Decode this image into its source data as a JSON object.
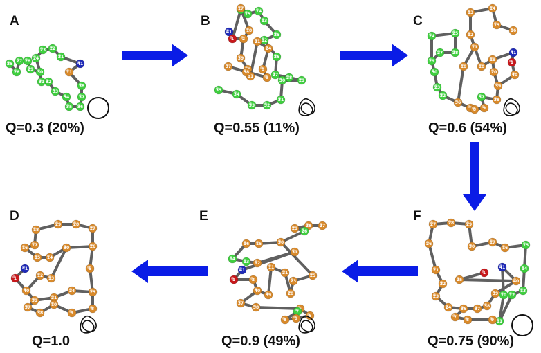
{
  "colors": {
    "arrow": "#0a1ce6",
    "bond": "#606060",
    "bead_orange": "#d98a2b",
    "bead_orange_faded": "#eec898",
    "bead_green": "#3fcf3f",
    "bead_green_faded": "#bde8b4",
    "bead_red": "#c8181b",
    "bead_blue": "#1f2ab8",
    "text": "#111111"
  },
  "panels": [
    {
      "id": "A",
      "letter": "A",
      "q_label": "Q=0.3 (20%)",
      "knot_symbol": "unknot-circle",
      "beads": [
        [
          "41",
          "blue"
        ],
        [
          "11",
          "orange"
        ],
        [
          "38",
          "green"
        ],
        [
          "37",
          "green"
        ],
        [
          "36",
          "green"
        ],
        [
          "35",
          "green"
        ],
        [
          "34",
          "green"
        ],
        [
          "33",
          "green"
        ],
        [
          "32",
          "green"
        ],
        [
          "31",
          "green"
        ],
        [
          "30",
          "green"
        ],
        [
          "29",
          "green"
        ],
        [
          "28",
          "green"
        ],
        [
          "27",
          "green"
        ],
        [
          "26",
          "green"
        ],
        [
          "25",
          "green"
        ],
        [
          "24",
          "green"
        ],
        [
          "23",
          "green"
        ],
        [
          "22",
          "green"
        ],
        [
          "21",
          "green"
        ]
      ]
    },
    {
      "id": "B",
      "letter": "B",
      "q_label": "Q=0.55 (11%)",
      "knot_symbol": "trefoil-knot",
      "beads": [
        [
          "41",
          "blue"
        ],
        [
          "1",
          "red"
        ],
        [
          "16",
          "green"
        ],
        [
          "15",
          "green"
        ],
        [
          "14",
          "green"
        ],
        [
          "13",
          "green"
        ],
        [
          "25",
          "green"
        ],
        [
          "12",
          "green"
        ],
        [
          "26",
          "green"
        ],
        [
          "27",
          "green"
        ],
        [
          "28",
          "green"
        ],
        [
          "29",
          "green"
        ],
        [
          "30",
          "green"
        ],
        [
          "31",
          "green"
        ],
        [
          "32",
          "green"
        ],
        [
          "33",
          "green"
        ],
        [
          "34",
          "green"
        ],
        [
          "35",
          "green"
        ],
        [
          "17",
          "orange"
        ],
        [
          "18",
          "orange"
        ],
        [
          "2",
          "orange"
        ],
        [
          "39",
          "orange"
        ],
        [
          "40",
          "orange"
        ],
        [
          "11",
          "orange"
        ],
        [
          "21",
          "orange"
        ],
        [
          "24",
          "orange"
        ],
        [
          "8",
          "orange"
        ],
        [
          "9",
          "orange"
        ],
        [
          "37",
          "orange"
        ],
        [
          "38",
          "orange"
        ]
      ]
    },
    {
      "id": "C",
      "letter": "C",
      "q_label": "Q=0.6 (54%)",
      "knot_symbol": "trefoil-knot",
      "beads": [
        [
          "13",
          "orange"
        ],
        [
          "14",
          "orange"
        ],
        [
          "15",
          "orange"
        ],
        [
          "16",
          "orange"
        ],
        [
          "12",
          "orange"
        ],
        [
          "24",
          "green"
        ],
        [
          "25",
          "green"
        ],
        [
          "27",
          "green"
        ],
        [
          "28",
          "green"
        ],
        [
          "29",
          "green"
        ],
        [
          "30",
          "green"
        ],
        [
          "23",
          "green"
        ],
        [
          "11",
          "orange"
        ],
        [
          "10",
          "orange"
        ],
        [
          "18",
          "orange"
        ],
        [
          "19",
          "orange"
        ],
        [
          "20",
          "orange"
        ],
        [
          "22",
          "green"
        ],
        [
          "37",
          "green"
        ],
        [
          "36",
          "orange"
        ],
        [
          "38",
          "orange"
        ],
        [
          "39",
          "orange"
        ],
        [
          "40",
          "orange"
        ],
        [
          "41",
          "blue"
        ],
        [
          "1",
          "red"
        ],
        [
          "7",
          "orange"
        ],
        [
          "8",
          "orange"
        ],
        [
          "9",
          "orange"
        ]
      ]
    },
    {
      "id": "F",
      "letter": "F",
      "q_label": "Q=0.75 (90%)",
      "knot_symbol": "unknot-circle",
      "beads": [
        [
          "27",
          "orange"
        ],
        [
          "28",
          "orange"
        ],
        [
          "29",
          "orange"
        ],
        [
          "26",
          "orange"
        ],
        [
          "30",
          "orange"
        ],
        [
          "17",
          "orange"
        ],
        [
          "16",
          "orange"
        ],
        [
          "15",
          "green"
        ],
        [
          "14",
          "green"
        ],
        [
          "13",
          "green"
        ],
        [
          "12",
          "green"
        ],
        [
          "11",
          "green"
        ],
        [
          "10",
          "green"
        ],
        [
          "41",
          "blue"
        ],
        [
          "1",
          "red"
        ],
        [
          "21",
          "orange"
        ],
        [
          "22",
          "orange"
        ],
        [
          "23",
          "orange"
        ],
        [
          "24",
          "orange"
        ],
        [
          "25",
          "orange"
        ],
        [
          "40",
          "orange"
        ],
        [
          "39",
          "orange"
        ],
        [
          "38",
          "orange"
        ],
        [
          "37",
          "orange"
        ],
        [
          "36",
          "orange"
        ],
        [
          "7",
          "orange"
        ],
        [
          "8",
          "orange"
        ],
        [
          "9",
          "orange"
        ]
      ]
    },
    {
      "id": "E",
      "letter": "E",
      "q_label": "Q=0.9 (49%)",
      "knot_symbol": "trefoil-knot",
      "beads": [
        [
          "29",
          "orange"
        ],
        [
          "28",
          "orange"
        ],
        [
          "27",
          "orange"
        ],
        [
          "26",
          "green"
        ],
        [
          "16",
          "orange"
        ],
        [
          "15",
          "orange"
        ],
        [
          "14",
          "green"
        ],
        [
          "13",
          "green"
        ],
        [
          "12",
          "orange"
        ],
        [
          "30",
          "orange"
        ],
        [
          "31",
          "orange"
        ],
        [
          "41",
          "blue"
        ],
        [
          "1",
          "red"
        ],
        [
          "2",
          "orange"
        ],
        [
          "40",
          "orange"
        ],
        [
          "39",
          "orange"
        ],
        [
          "11",
          "orange"
        ],
        [
          "21",
          "orange"
        ],
        [
          "20",
          "orange"
        ],
        [
          "23",
          "orange"
        ],
        [
          "25",
          "orange"
        ],
        [
          "37",
          "orange"
        ],
        [
          "38",
          "orange"
        ],
        [
          "5",
          "orange"
        ],
        [
          "6",
          "orange"
        ],
        [
          "7",
          "green"
        ],
        [
          "8",
          "orange"
        ],
        [
          "9",
          "orange"
        ]
      ]
    },
    {
      "id": "D",
      "letter": "D",
      "q_label": "Q=1.0",
      "knot_symbol": "trefoil-knot",
      "beads": [
        [
          "18",
          "orange"
        ],
        [
          "17",
          "orange"
        ],
        [
          "16",
          "orange"
        ],
        [
          "15",
          "orange"
        ],
        [
          "14",
          "orange"
        ],
        [
          "29",
          "orange"
        ],
        [
          "28",
          "orange"
        ],
        [
          "27",
          "orange"
        ],
        [
          "26",
          "orange"
        ],
        [
          "30",
          "orange"
        ],
        [
          "41",
          "blue"
        ],
        [
          "1",
          "red"
        ],
        [
          "40",
          "orange"
        ],
        [
          "12",
          "orange"
        ],
        [
          "13",
          "orange"
        ],
        [
          "39",
          "orange"
        ],
        [
          "21",
          "orange"
        ],
        [
          "24",
          "orange"
        ],
        [
          "25",
          "orange"
        ],
        [
          "37",
          "orange"
        ],
        [
          "38",
          "orange"
        ],
        [
          "10",
          "orange"
        ],
        [
          "9",
          "orange"
        ],
        [
          "8",
          "orange"
        ],
        [
          "5",
          "orange"
        ]
      ]
    }
  ],
  "arrows": [
    {
      "from": "A",
      "to": "B",
      "direction": "right"
    },
    {
      "from": "B",
      "to": "C",
      "direction": "right"
    },
    {
      "from": "C",
      "to": "F",
      "direction": "down"
    },
    {
      "from": "F",
      "to": "E",
      "direction": "left"
    },
    {
      "from": "E",
      "to": "D",
      "direction": "left"
    }
  ]
}
